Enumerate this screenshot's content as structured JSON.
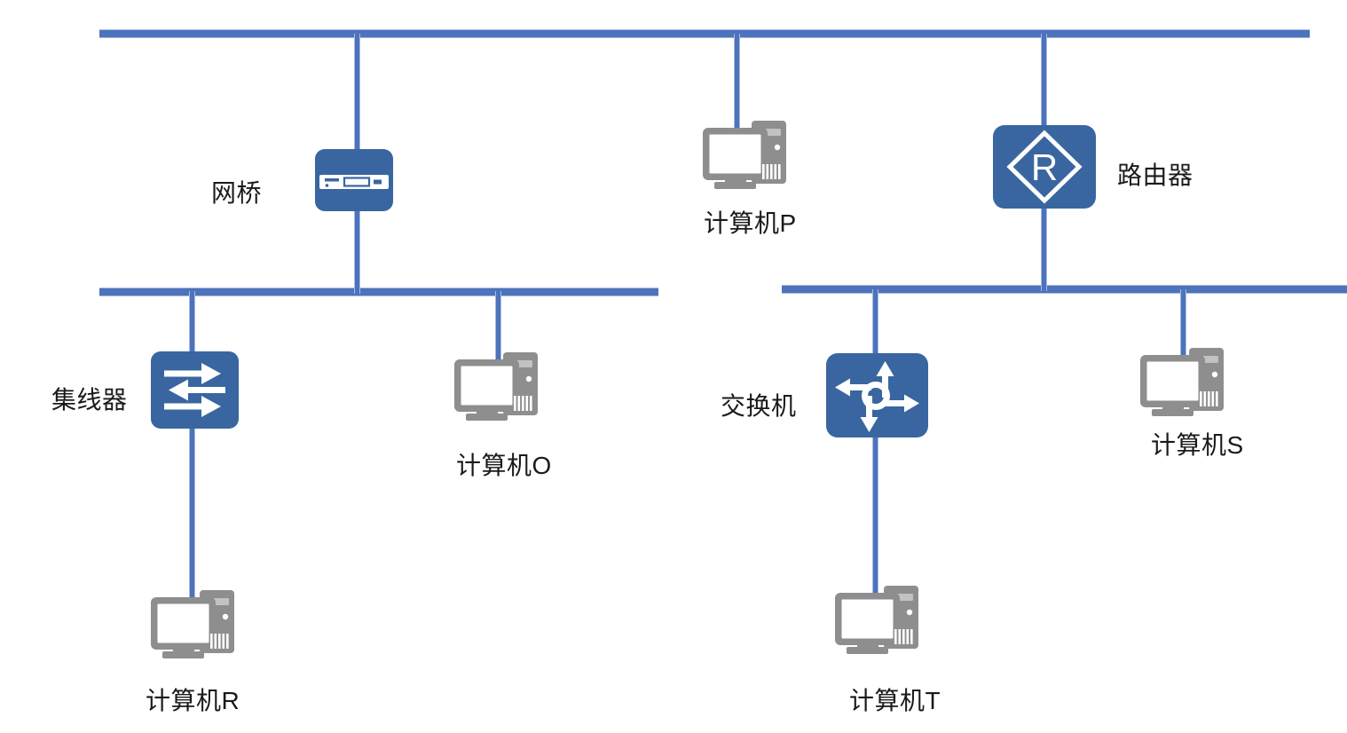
{
  "diagram": {
    "type": "network-topology",
    "labels": {
      "bridge": "网桥",
      "computer_p": "计算机P",
      "router": "路由器",
      "router_glyph": "R",
      "hub": "集线器",
      "computer_o": "计算机O",
      "switch": "交换机",
      "computer_s": "计算机S",
      "computer_r": "计算机R",
      "computer_t": "计算机T"
    },
    "colors": {
      "bus_line": "#4C73BB",
      "bus_edge": "#A9BBE2",
      "device_blue": "#3966A0",
      "computer_gray": "#8E8E8E",
      "label_text": "#1A1A1A",
      "background": "#FFFFFF"
    },
    "edges": [
      {
        "from": "top-bus",
        "to": "bridge"
      },
      {
        "from": "top-bus",
        "to": "computer_p"
      },
      {
        "from": "top-bus",
        "to": "router"
      },
      {
        "from": "bridge",
        "to": "left-bus"
      },
      {
        "from": "left-bus",
        "to": "hub"
      },
      {
        "from": "left-bus",
        "to": "computer_o"
      },
      {
        "from": "hub",
        "to": "computer_r"
      },
      {
        "from": "router",
        "to": "right-bus"
      },
      {
        "from": "right-bus",
        "to": "switch"
      },
      {
        "from": "right-bus",
        "to": "computer_s"
      },
      {
        "from": "switch",
        "to": "computer_t"
      }
    ]
  }
}
